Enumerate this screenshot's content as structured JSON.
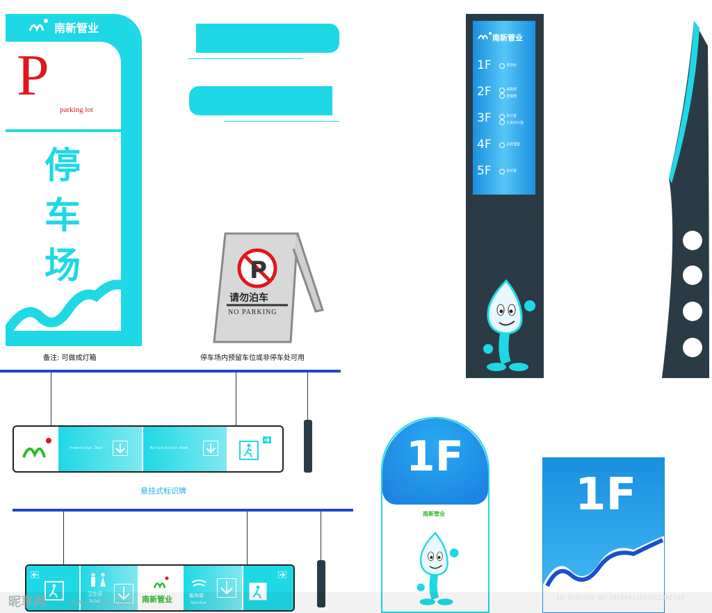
{
  "brand_name": "南新管业",
  "parking_sign": {
    "letter": "P",
    "subtitle": "parking lot",
    "vertical_text": [
      "停",
      "车",
      "场"
    ],
    "caption": "备注: 可做成灯箱"
  },
  "no_parking_stand": {
    "cn_text": "请勿泊车",
    "en_text": "NO PARKING",
    "caption": "停车场内预留车位或非停车处可用"
  },
  "directory_sign": {
    "floors": [
      {
        "num": "1F",
        "desc": "咨询台"
      },
      {
        "num": "2F",
        "desc": "采购部",
        "desc2": "营销部"
      },
      {
        "num": "3F",
        "desc": "办公室",
        "desc2": "工会办公室"
      },
      {
        "num": "4F",
        "desc": "总经理室"
      },
      {
        "num": "5F",
        "desc": "会议室"
      }
    ]
  },
  "hanging_sign_1": {
    "panel_1": "Promotional Dept",
    "panel_2": "Multifunction Room",
    "caption": "悬挂式标识牌"
  },
  "hanging_sign_2": {
    "toilet": "卫生间",
    "toilet_en": "Toilet",
    "service": "服务部",
    "service_en": "Service"
  },
  "floor_sign_round": {
    "label": "1F"
  },
  "floor_sign_square": {
    "label": "1F"
  },
  "watermark": {
    "site": "昵享网",
    "url": "www.nipic.com",
    "id": "ID:9596748 NO:20150411092812202738"
  },
  "colors": {
    "cyan": "#1fd8e6",
    "blue": "#1a8fe0",
    "dark": "#2b3b45",
    "red": "#e0161e",
    "rail": "#2244cc"
  }
}
